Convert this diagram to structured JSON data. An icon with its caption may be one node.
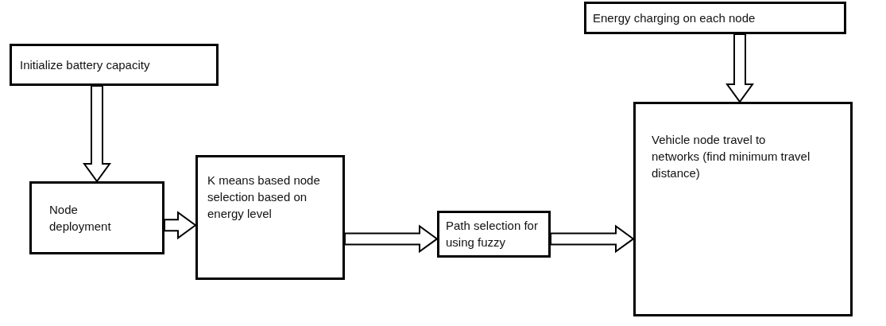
{
  "diagram": {
    "nodes": [
      {
        "text": [
          "Initialize battery capacity"
        ]
      },
      {
        "text": [
          "Node deployment"
        ]
      },
      {
        "text": [
          "K means based node selection based on energy level"
        ]
      },
      {
        "text": [
          "Path selection for using fuzzy"
        ]
      },
      {
        "text": [
          "Energy charging on each node"
        ]
      },
      {
        "text": [
          "Vehicle node travel to networks (find minimum travel distance)"
        ]
      }
    ],
    "edges": [
      {
        "from": 0,
        "to": 1,
        "arrow": "to"
      },
      {
        "from": 1,
        "to": 2,
        "arrow": "to"
      },
      {
        "from": 2,
        "to": 3,
        "arrow": "to"
      },
      {
        "from": 3,
        "to": 5,
        "arrow": "to"
      },
      {
        "from": 4,
        "to": 5,
        "arrow": "to"
      }
    ]
  }
}
